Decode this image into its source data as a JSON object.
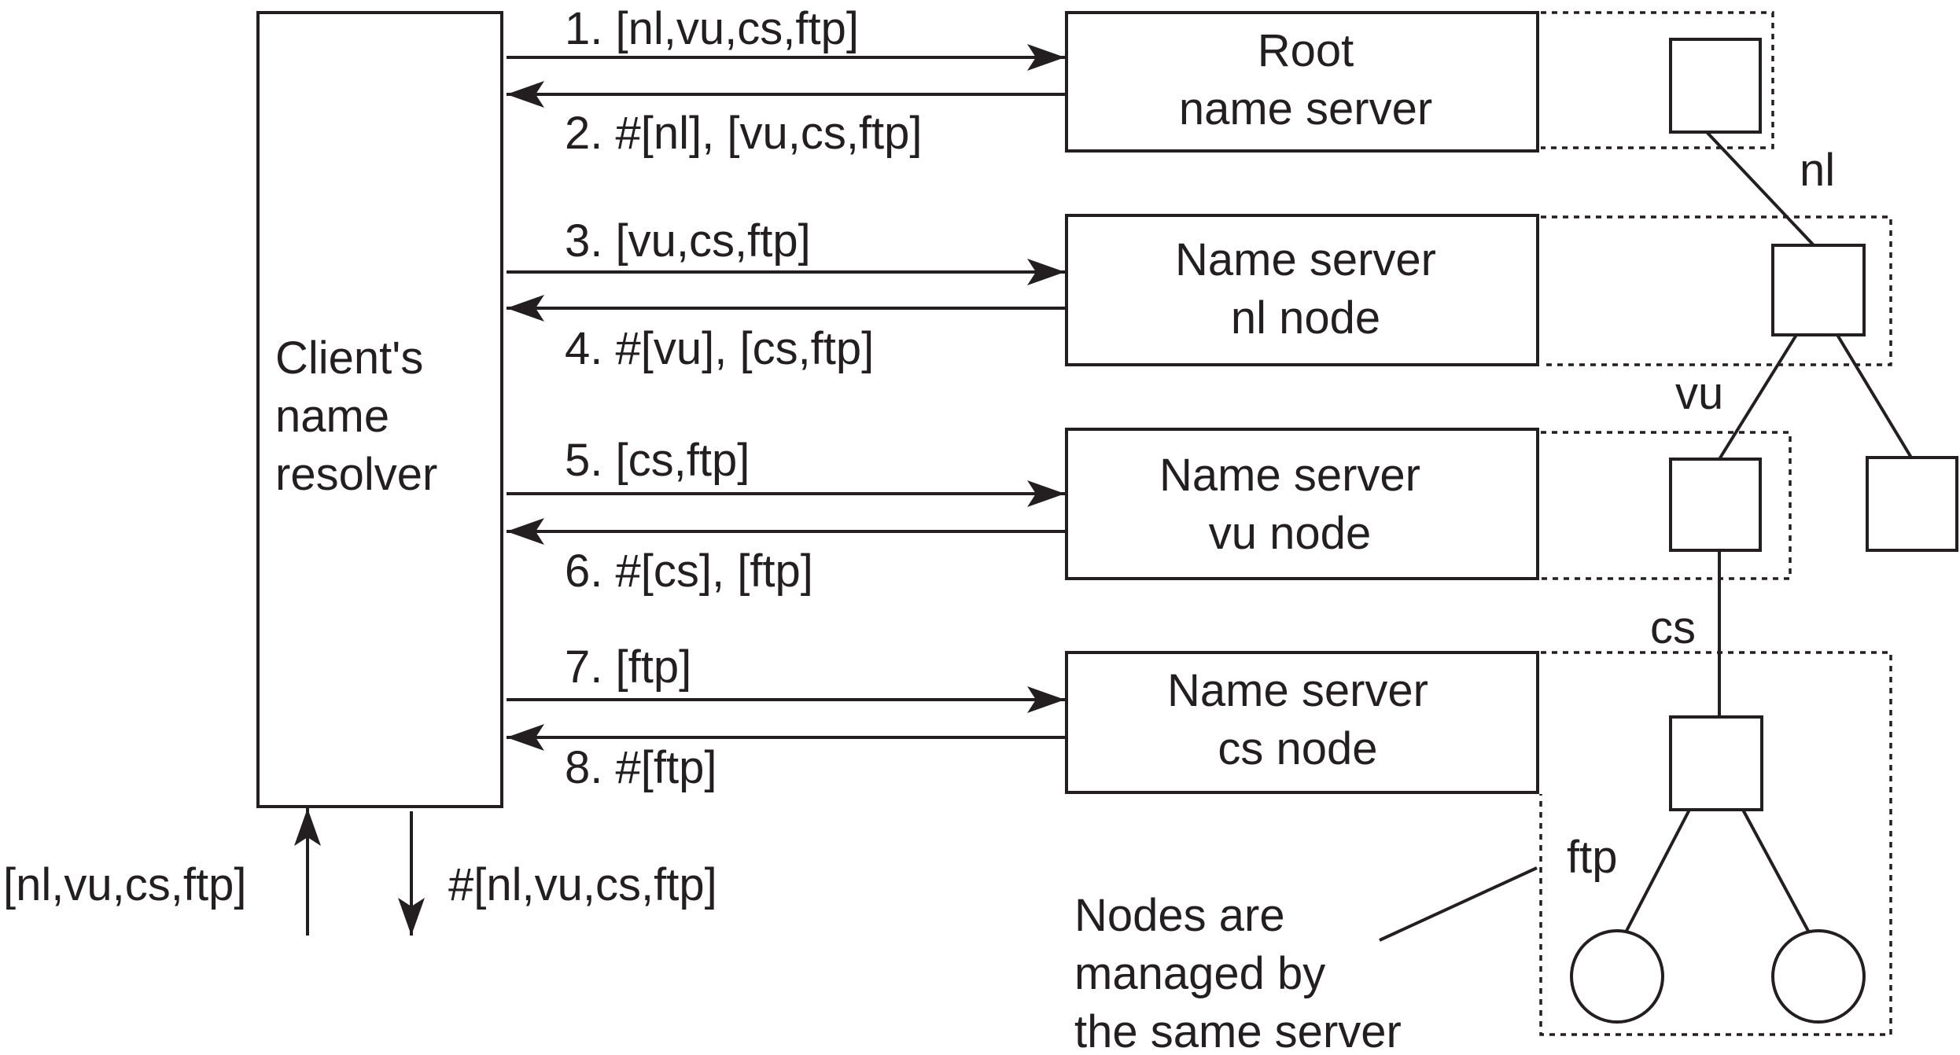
{
  "resolver": {
    "label_lines": [
      "Client's",
      "name",
      "resolver"
    ]
  },
  "servers": [
    {
      "label_lines": [
        "Root",
        "name server"
      ]
    },
    {
      "label_lines": [
        "Name server",
        "nl node"
      ]
    },
    {
      "label_lines": [
        "Name server",
        "vu node"
      ]
    },
    {
      "label_lines": [
        "Name server",
        "cs node"
      ]
    }
  ],
  "messages": [
    {
      "request": "1. [nl,vu,cs,ftp]",
      "reply": "2. #[nl], [vu,cs,ftp]"
    },
    {
      "request": "3. [vu,cs,ftp]",
      "reply": "4. #[vu], [cs,ftp]"
    },
    {
      "request": "5. [cs,ftp]",
      "reply": "6. #[cs], [ftp]"
    },
    {
      "request": "7. [ftp]",
      "reply": "8. #[ftp]"
    }
  ],
  "client_io": {
    "input": "[nl,vu,cs,ftp]",
    "output": "#[nl,vu,cs,ftp]"
  },
  "tree": {
    "edge_labels": [
      "nl",
      "vu",
      "cs",
      "ftp"
    ]
  },
  "note": {
    "lines": [
      "Nodes are",
      "managed by",
      "the same server"
    ]
  }
}
